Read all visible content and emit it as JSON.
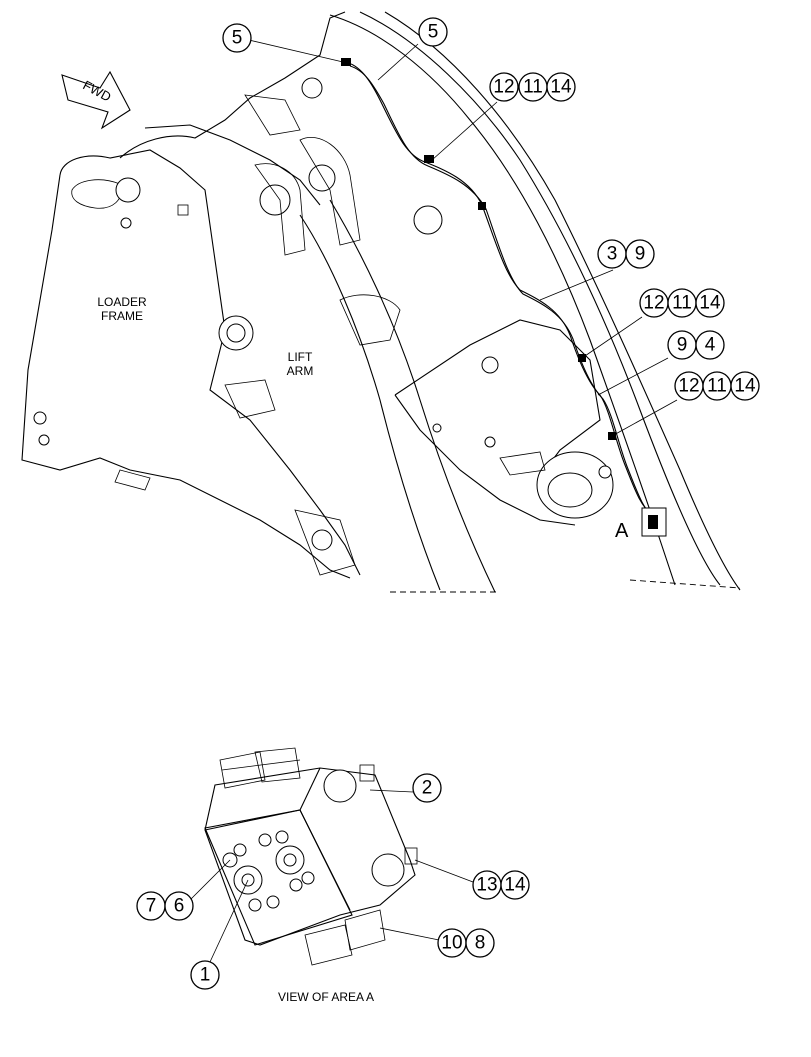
{
  "top_view": {
    "fwd_label": "FWD",
    "loader_frame_label": [
      "LOADER",
      "FRAME"
    ],
    "lift_arm_label": [
      "LIFT",
      "ARM"
    ],
    "area_marker": "A"
  },
  "bottom_view": {
    "caption": "VIEW OF AREA  A"
  },
  "callouts": {
    "c5a": "5",
    "c5b": "5",
    "c12a": "12",
    "c11a": "11",
    "c14a": "14",
    "c3": "3",
    "c9a": "9",
    "c12b": "12",
    "c11b": "11",
    "c14b": "14",
    "c9b": "9",
    "c4": "4",
    "c12c": "12",
    "c11c": "11",
    "c14c": "14",
    "c2": "2",
    "c13": "13",
    "c14d": "14",
    "c7": "7",
    "c6": "6",
    "c1": "1",
    "c10": "10",
    "c8": "8"
  }
}
